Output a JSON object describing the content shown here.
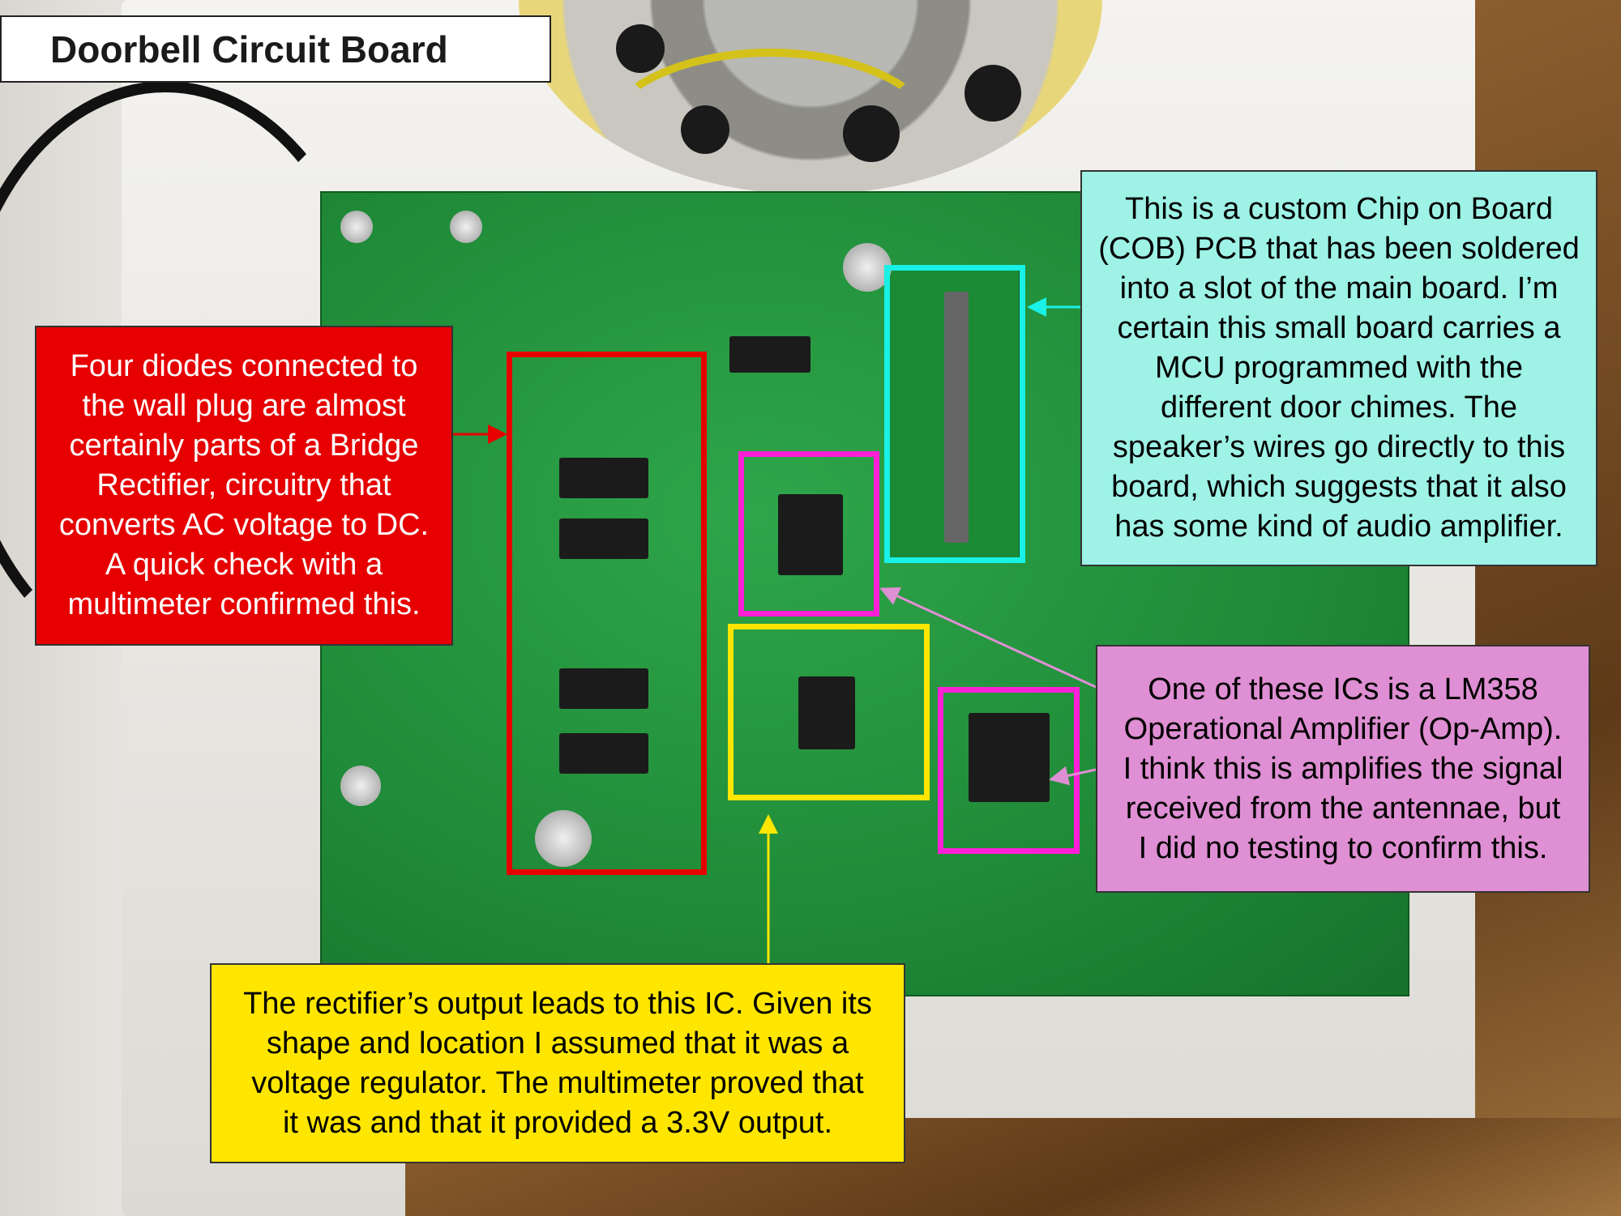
{
  "title": "Doorbell Circuit Board",
  "callouts": {
    "rectifier": {
      "color": "#e60000",
      "lines": [
        "Four diodes connected to",
        "the wall plug are almost",
        "certainly parts of a Bridge",
        "Rectifier, circuitry that",
        "converts AC voltage to DC.",
        "A quick check with a",
        "multimeter confirmed this."
      ]
    },
    "cob": {
      "color": "#9ef2e6",
      "frame_color": "#19f0e6",
      "lines": [
        "This is a custom Chip on Board",
        "(COB) PCB that has been soldered",
        "into a slot of the main board. I’m",
        "certain this small board carries a",
        "MCU programmed with the",
        "different door chimes. The",
        "speaker’s wires go directly to this",
        "board, which suggests that it also",
        "has some kind of audio amplifier."
      ]
    },
    "opamp": {
      "color": "#df8fd3",
      "frame_color": "#ff1fd6",
      "lines": [
        "One of these ICs is a LM358",
        "Operational Amplifier (Op-Amp).",
        "I think this is amplifies the signal",
        "received from the antennae, but",
        "I did no testing to confirm this."
      ]
    },
    "regulator": {
      "color": "#ffe600",
      "lines": [
        "The rectifier’s output leads to this IC. Given its",
        "shape and location I assumed that it was a",
        "voltage regulator. The multimeter proved that",
        "it was and that it provided a 3.3V output."
      ]
    }
  }
}
